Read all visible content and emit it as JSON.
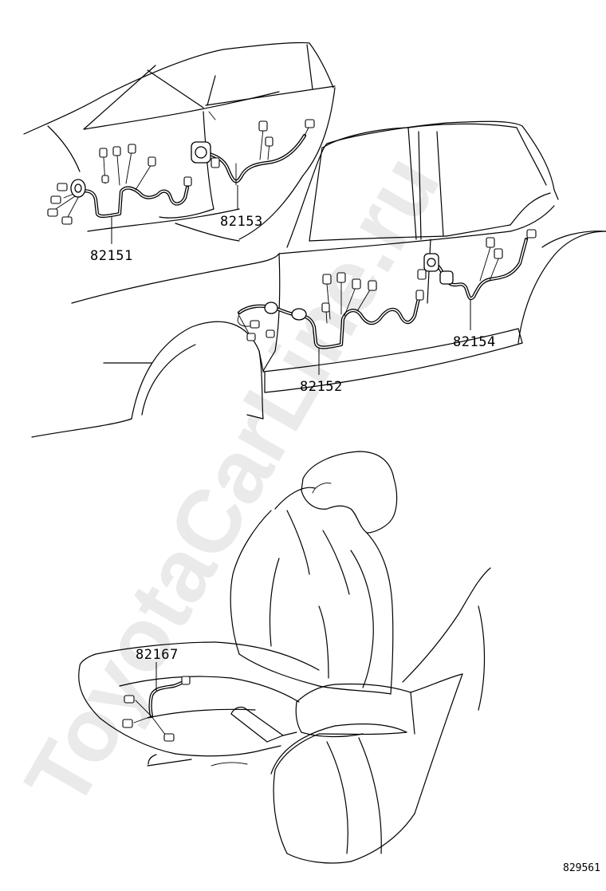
{
  "diagram": {
    "parts": [
      {
        "id": "wire-harness-82151",
        "label": "82151"
      },
      {
        "id": "wire-harness-82153",
        "label": "82153"
      },
      {
        "id": "wire-harness-82152",
        "label": "82152"
      },
      {
        "id": "wire-harness-82154",
        "label": "82154"
      },
      {
        "id": "wire-harness-82167",
        "label": "82167"
      }
    ],
    "diagram_id": "829561",
    "watermark": "ToyotaCarLine.ru"
  }
}
